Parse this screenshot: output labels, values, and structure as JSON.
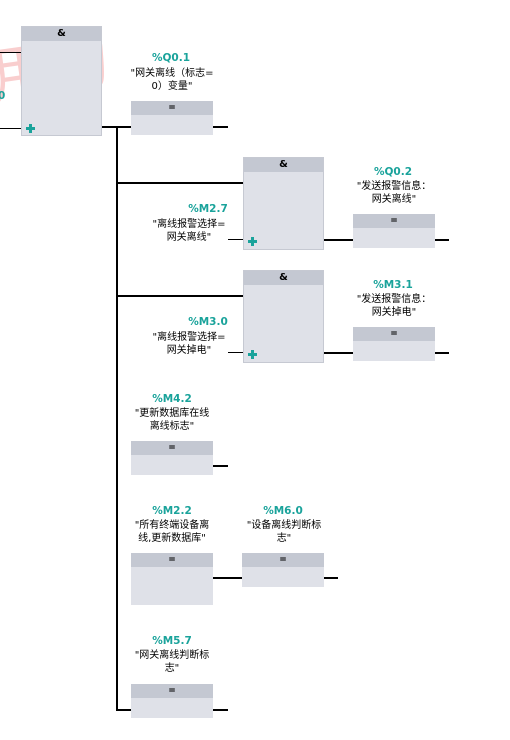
{
  "and_symbol": "&",
  "eq_symbol": "=",
  "left_partial_addr": "0",
  "coil_q01": {
    "address": "%Q0.1",
    "comment_l1": "\"网关离线（标志=",
    "comment_l2": "0）变量\""
  },
  "and2": {
    "input_address": "%M2.7",
    "comment_l1": "\"离线报警选择=",
    "comment_l2": "网关离线\""
  },
  "coil_q02": {
    "address": "%Q0.2",
    "comment_l1": "\"发送报警信息：",
    "comment_l2": "网关离线\""
  },
  "and3": {
    "input_address": "%M3.0",
    "comment_l1": "\"离线报警选择=",
    "comment_l2": "网关掉电\""
  },
  "coil_m31": {
    "address": "%M3.1",
    "comment_l1": "\"发送报警信息：",
    "comment_l2": "网关掉电\""
  },
  "coil_m42": {
    "address": "%M4.2",
    "comment_l1": "\"更新数据库在线",
    "comment_l2": "离线标志\""
  },
  "coil_m22": {
    "address": "%M2.2",
    "comment_l1": "\"所有终端设备离",
    "comment_l2": "线,更新数据库\""
  },
  "coil_m60": {
    "address": "%M6.0",
    "comment_l1": "\"设备离线判断标",
    "comment_l2": "志\""
  },
  "coil_m57": {
    "address": "%M5.7",
    "comment_l1": "\"网关离线判断标",
    "comment_l2": "志\""
  }
}
